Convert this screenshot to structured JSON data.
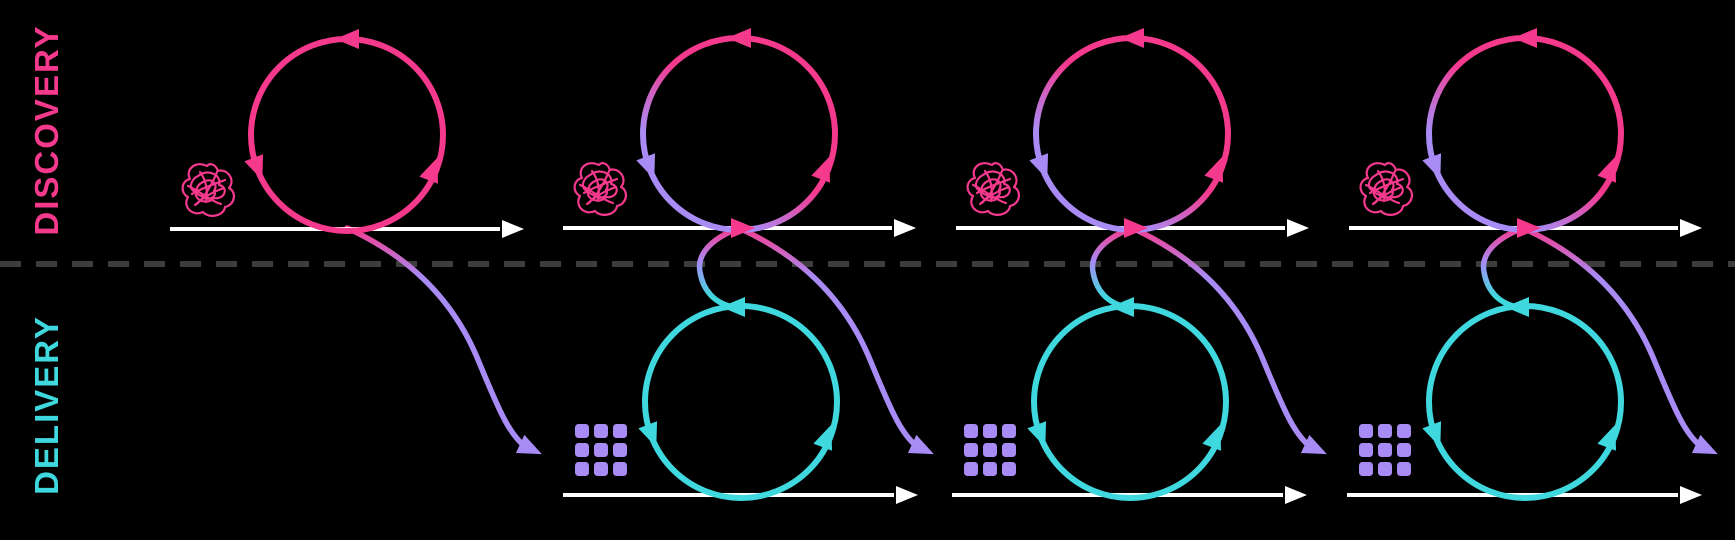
{
  "lanes": {
    "discovery": {
      "label": "DISCOVERY",
      "loop_count": 4,
      "item_icon": "scribble-tangle-icon",
      "icon_count": 4
    },
    "delivery": {
      "label": "DELIVERY",
      "loop_count": 3,
      "item_icon": "grid-3x3-icon",
      "icon_count": 3
    }
  },
  "flow": {
    "loop_direction": "counterclockwise",
    "handoff_curves": 4,
    "feedback_s_curves": 3,
    "timeline_arrows_discovery": 4,
    "timeline_arrows_delivery": 3
  },
  "colors": {
    "pink": "#F5398D",
    "purple": "#A98BF5",
    "cyan": "#3FD8DE",
    "white": "#FFFFFF",
    "divider": "#3D3D3D",
    "background": "#000000"
  }
}
